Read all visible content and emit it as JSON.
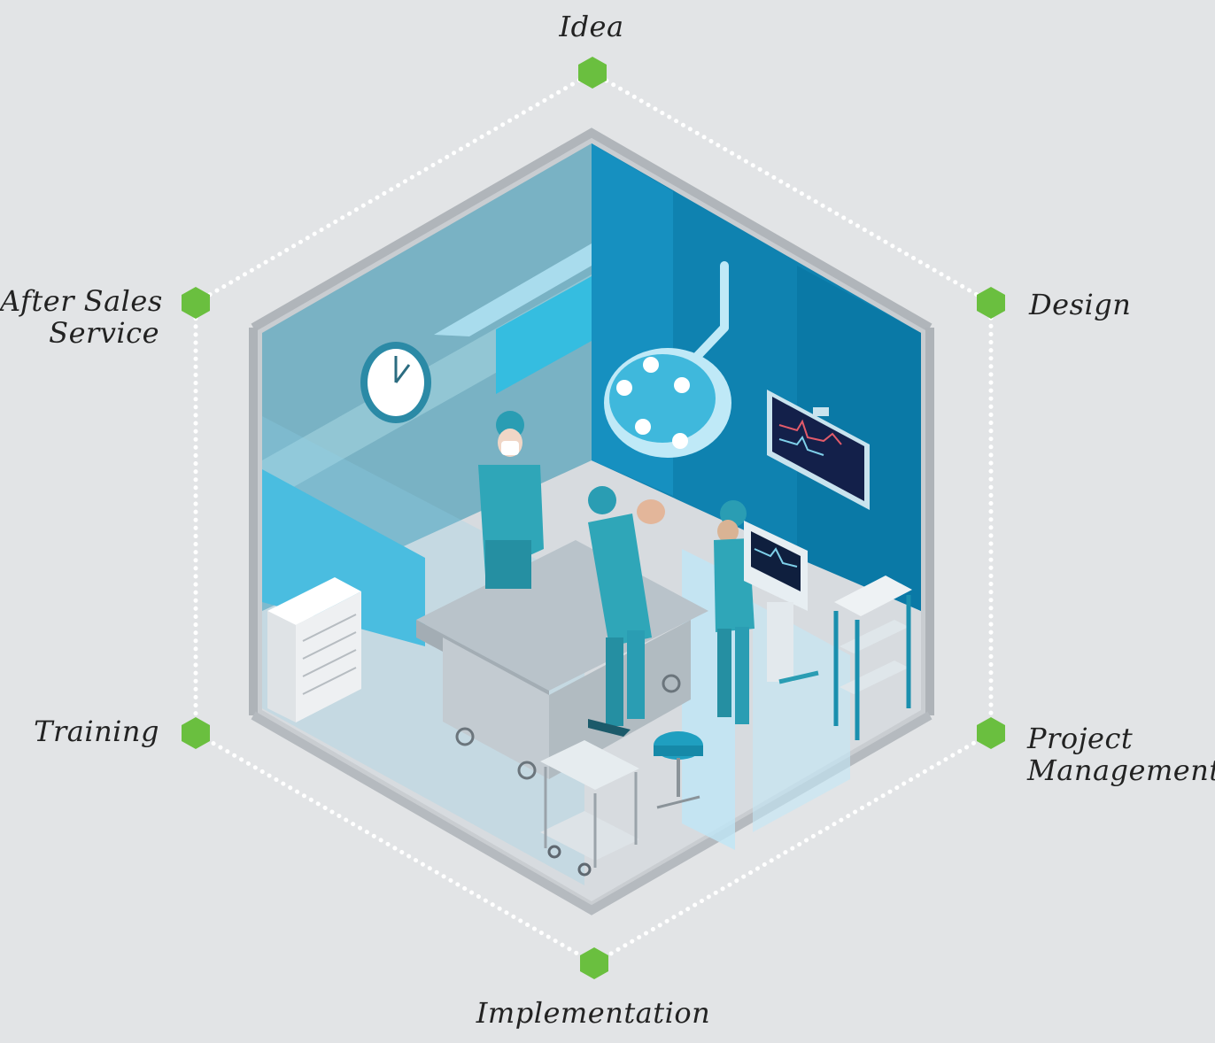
{
  "diagram": {
    "stages": [
      {
        "id": "idea",
        "label_lines": [
          "Idea"
        ]
      },
      {
        "id": "design",
        "label_lines": [
          "Design"
        ]
      },
      {
        "id": "project-management",
        "label_lines": [
          "Project",
          "Management"
        ]
      },
      {
        "id": "implementation",
        "label_lines": [
          "Implementation"
        ]
      },
      {
        "id": "training",
        "label_lines": [
          "Training"
        ]
      },
      {
        "id": "after-sales-service",
        "label_lines": [
          "After Sales",
          "Service"
        ]
      }
    ]
  },
  "colors": {
    "background": "#e2e4e6",
    "node": "#6abf3f",
    "dots": "#ffffff",
    "wall_left": "#7fb4c4",
    "wall_right": "#0e86b4",
    "scrubs": "#2fa6b8",
    "floor": "#d4d8dc"
  },
  "illustration": {
    "subject": "isometric operating room",
    "icons": [
      "clock-icon",
      "surgical-lamp-icon",
      "monitor-icon",
      "operating-table-icon",
      "cabinet-icon",
      "trolley-icon",
      "stool-icon",
      "shelf-icon",
      "anesthesia-machine-icon",
      "surgeon-figure"
    ]
  }
}
